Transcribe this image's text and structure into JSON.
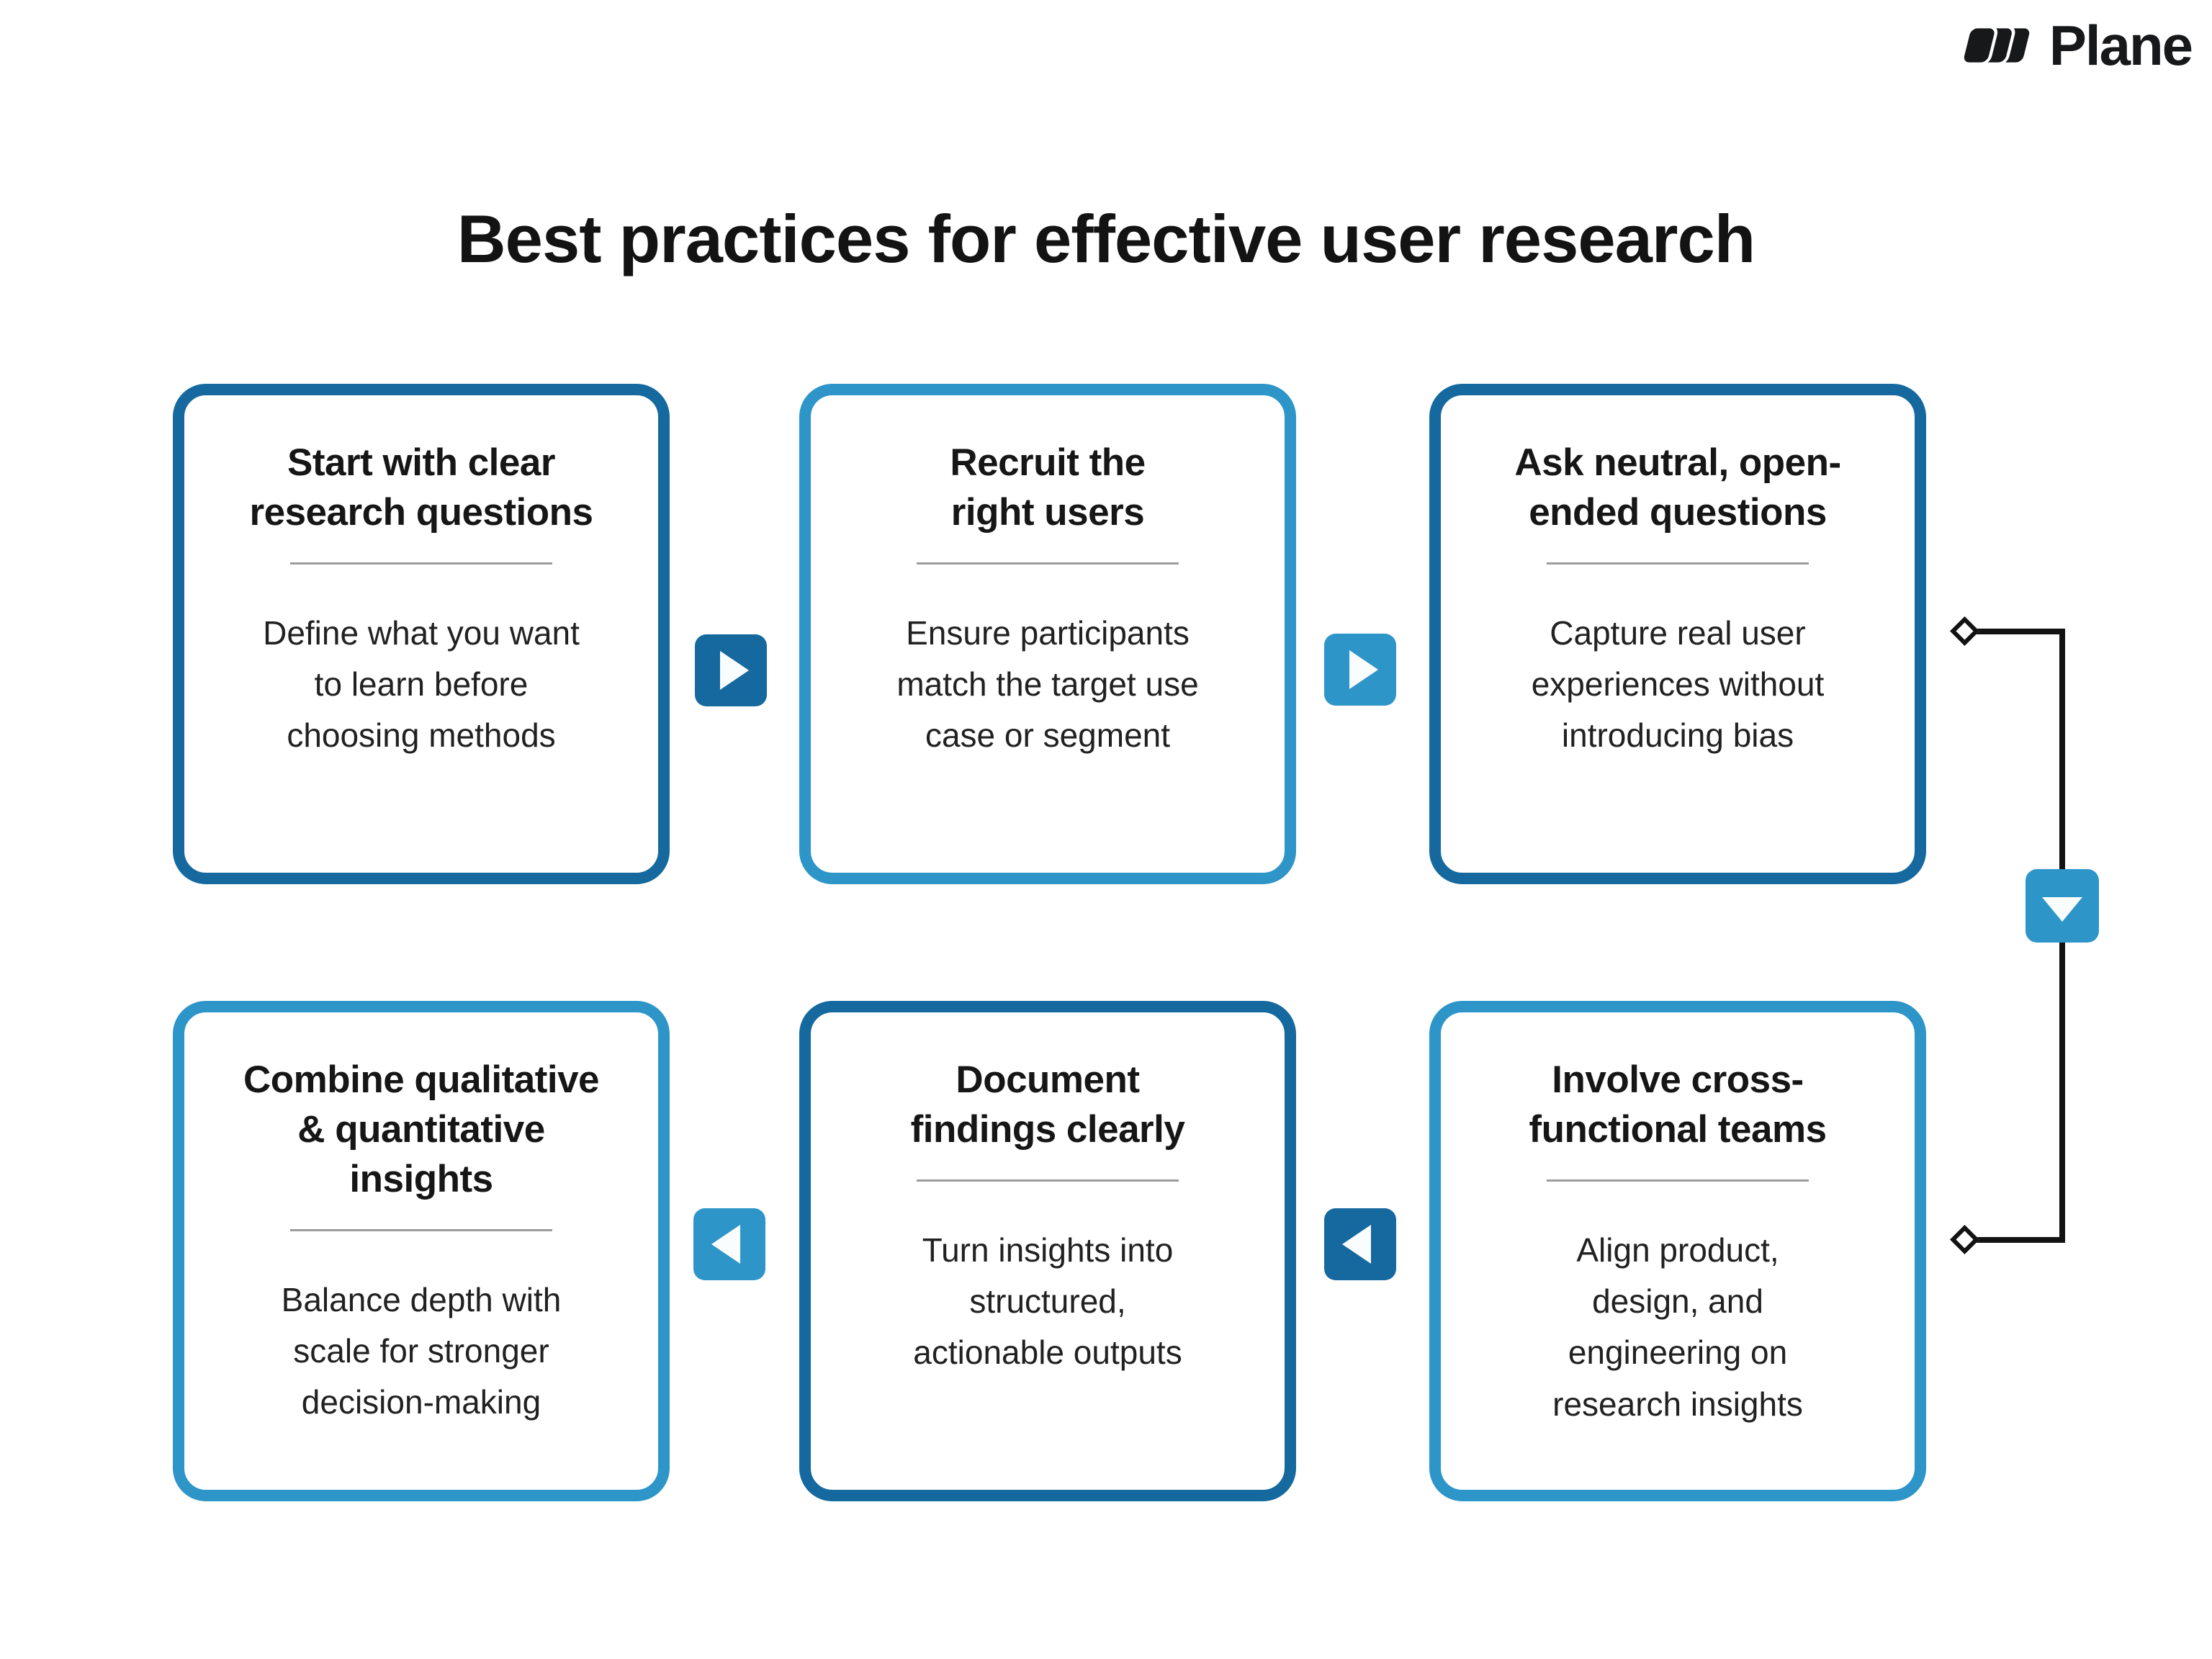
{
  "brand": {
    "name": "Plane",
    "logo_icon": "plane-logo-mark"
  },
  "title": "Best practices for effective user research",
  "colors": {
    "dark_blue": "#15699e",
    "light_blue": "#2e95c8",
    "text": "#212121",
    "divider": "#9c9c9c",
    "connector": "#121212"
  },
  "cards": [
    {
      "id": 1,
      "accent": "dark",
      "title": "Start with clear\nresearch questions",
      "body": "Define what you want\nto learn before\nchoosing methods"
    },
    {
      "id": 2,
      "accent": "light",
      "title": "Recruit the\nright users",
      "body": "Ensure participants\nmatch the target use\ncase or segment"
    },
    {
      "id": 3,
      "accent": "dark",
      "title": "Ask neutral, open-\nended questions",
      "body": "Capture real user\nexperiences without\nintroducing bias"
    },
    {
      "id": 4,
      "accent": "light",
      "title": "Combine qualitative\n& quantitative\ninsights",
      "body": "Balance depth with\nscale for stronger\ndecision-making"
    },
    {
      "id": 5,
      "accent": "dark",
      "title": "Document\nfindings clearly",
      "body": "Turn insights into\nstructured,\nactionable outputs"
    },
    {
      "id": 6,
      "accent": "light",
      "title": "Involve cross-\nfunctional teams",
      "body": "Align product,\ndesign, and\nengineering on\nresearch insights"
    }
  ],
  "arrows": [
    {
      "between": "card-1-and-card-2",
      "direction": "right",
      "color": "dark"
    },
    {
      "between": "card-2-and-card-3",
      "direction": "right",
      "color": "light"
    },
    {
      "between": "card-5-and-card-4",
      "direction": "left",
      "color": "light"
    },
    {
      "between": "card-6-and-card-5",
      "direction": "left",
      "color": "dark"
    },
    {
      "between": "card-3-and-card-6",
      "direction": "down",
      "color": "light"
    }
  ]
}
